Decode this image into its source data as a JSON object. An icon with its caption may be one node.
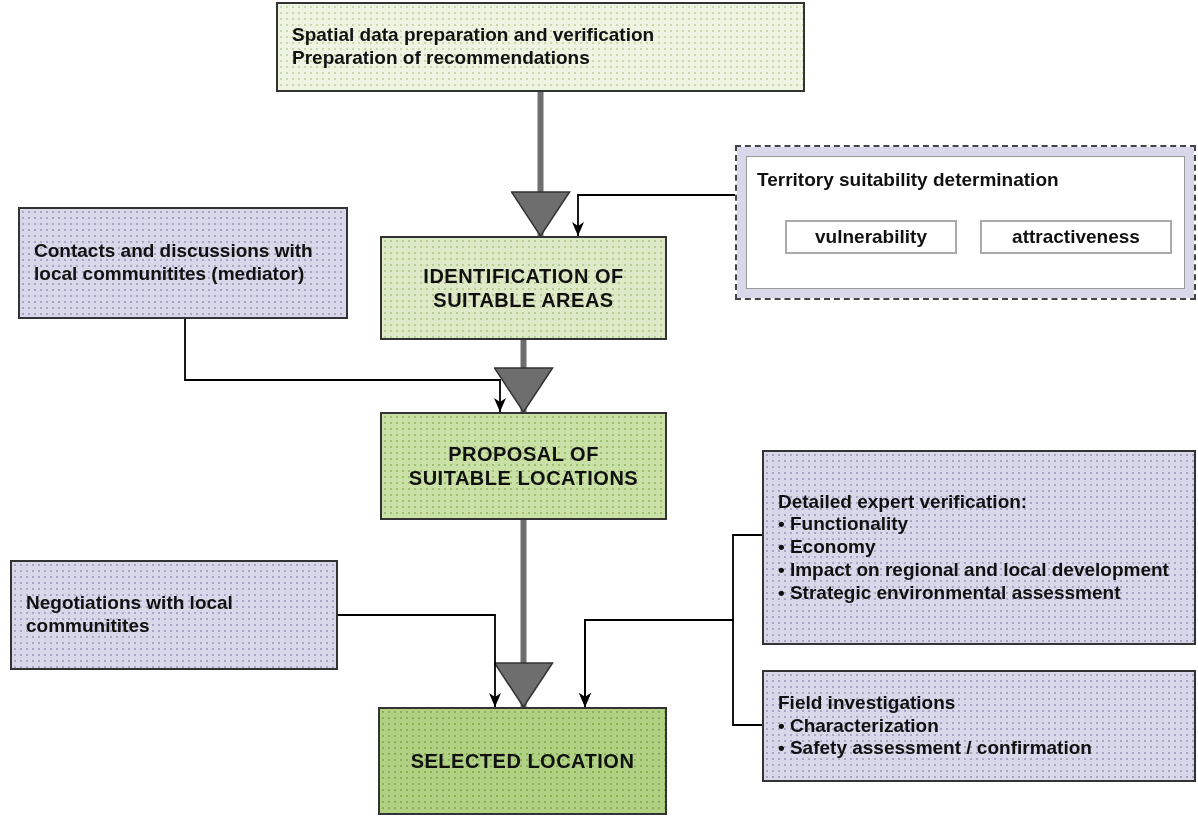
{
  "diagram": {
    "nodes": [
      {
        "text": [
          "Spatial data preparation and verification",
          "Preparation of recommendations"
        ]
      },
      {
        "text": [
          "Territory suitability determination"
        ]
      },
      {
        "text": [
          "vulnerability"
        ],
        "in": 1
      },
      {
        "text": [
          "attractiveness"
        ],
        "in": 1
      },
      {
        "text": [
          "Contacts and discussions with local communitites (mediator)"
        ]
      },
      {
        "text": [
          "IDENTIFICATION OF SUITABLE AREAS"
        ]
      },
      {
        "text": [
          "PROPOSAL OF SUITABLE LOCATIONS"
        ]
      },
      {
        "text": [
          "Negotiations with local communitites"
        ]
      },
      {
        "text": [
          "Detailed expert verification:",
          "• Functionality",
          "• Economy",
          "• Impact on regional and local development",
          "• Strategic environmental assessment"
        ]
      },
      {
        "text": [
          "Field investigations",
          "• Characterization",
          "• Safety assessment / confirmation"
        ]
      },
      {
        "text": [
          "SELECTED LOCATION"
        ]
      }
    ],
    "edges": [
      {
        "from": 0,
        "to": 5,
        "arrow": "to",
        "style": "thick",
        "color": "#6e6e6e"
      },
      {
        "from": 1,
        "to": 5,
        "arrow": "to"
      },
      {
        "from": 4,
        "to": 6,
        "arrow": "to"
      },
      {
        "from": 5,
        "to": 6,
        "arrow": "to",
        "style": "thick",
        "color": "#6e6e6e"
      },
      {
        "from": 6,
        "to": 10,
        "arrow": "to",
        "style": "thick",
        "color": "#6e6e6e"
      },
      {
        "from": 7,
        "to": 10,
        "arrow": "to"
      },
      {
        "from": 8,
        "to": 10,
        "arrow": "to"
      },
      {
        "from": 9,
        "to": 10,
        "arrow": "to"
      }
    ]
  }
}
